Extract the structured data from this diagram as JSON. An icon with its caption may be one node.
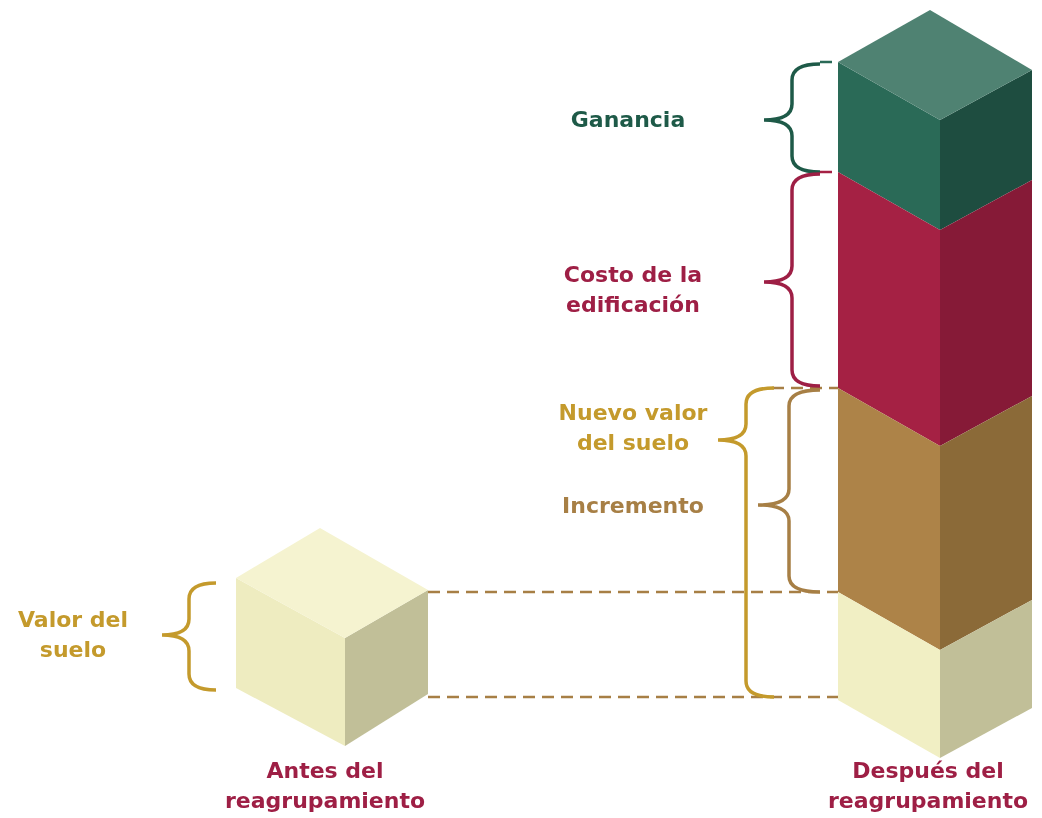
{
  "diagram": {
    "labels": [
      "Ganancia",
      "Costo de la edificación",
      "Nuevo valor del suelo",
      "Incremento",
      "Valor del suelo",
      "Antes del reagrupamiento",
      "Después del reagrupamiento"
    ]
  }
}
